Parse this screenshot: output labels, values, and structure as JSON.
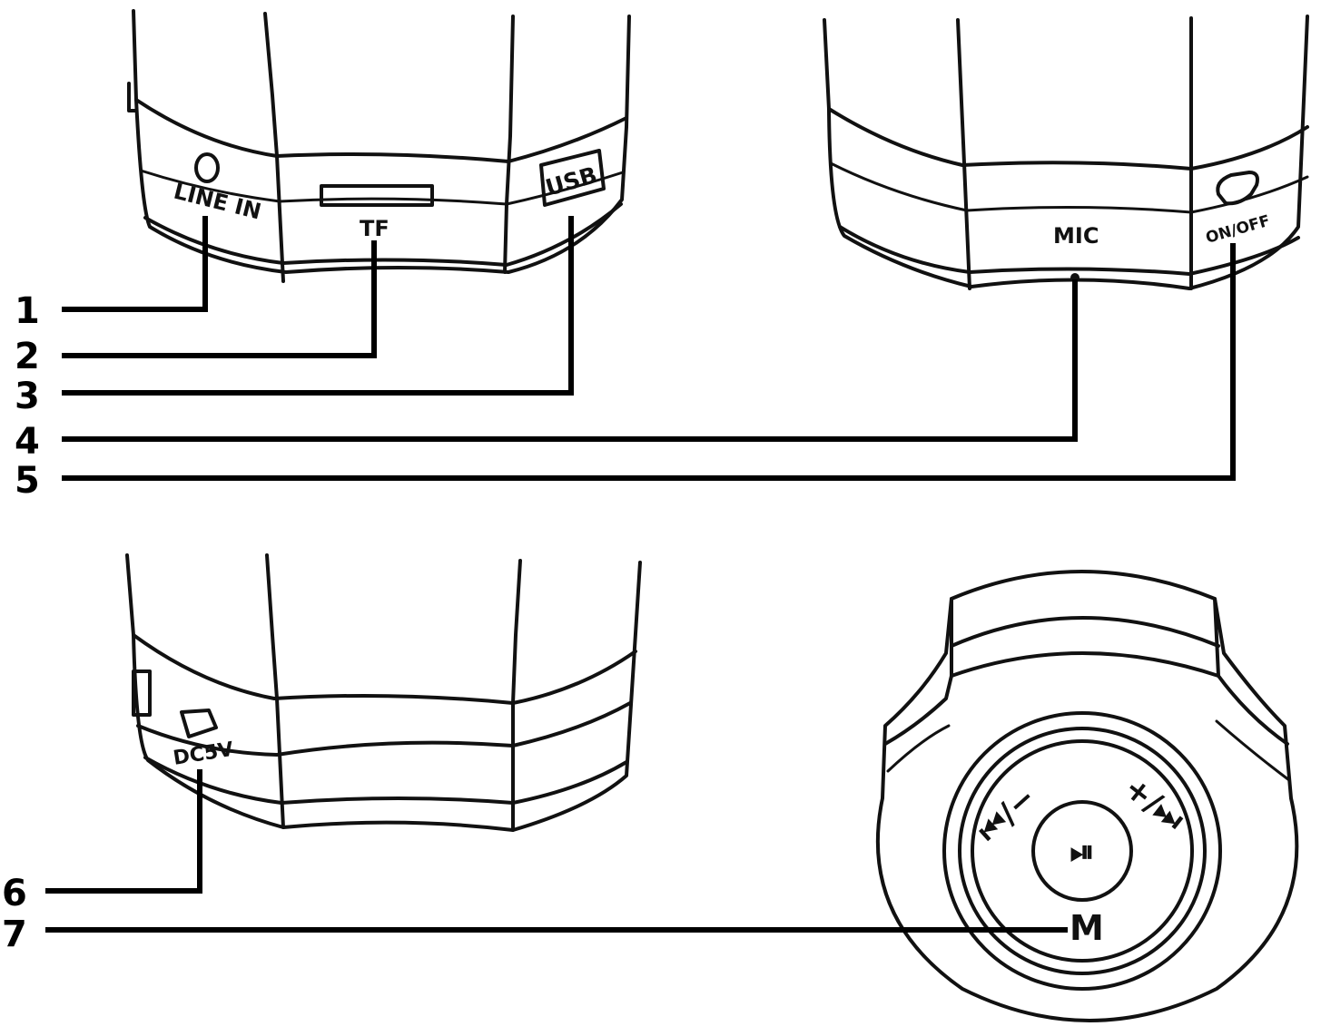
{
  "labels": {
    "line_in": "LINE IN",
    "tf": "TF",
    "usb": "USB",
    "mic": "MIC",
    "on_off": "ON/OFF",
    "dc5v": "DC5V",
    "m": "M",
    "prev_vol_down": "⏮/−",
    "vol_up_next": "+/⏭",
    "play_pause": "⏯"
  },
  "callouts": [
    "1",
    "2",
    "3",
    "4",
    "5",
    "6",
    "7"
  ],
  "colors": {
    "ink": "#111111",
    "paper": "#ffffff"
  }
}
